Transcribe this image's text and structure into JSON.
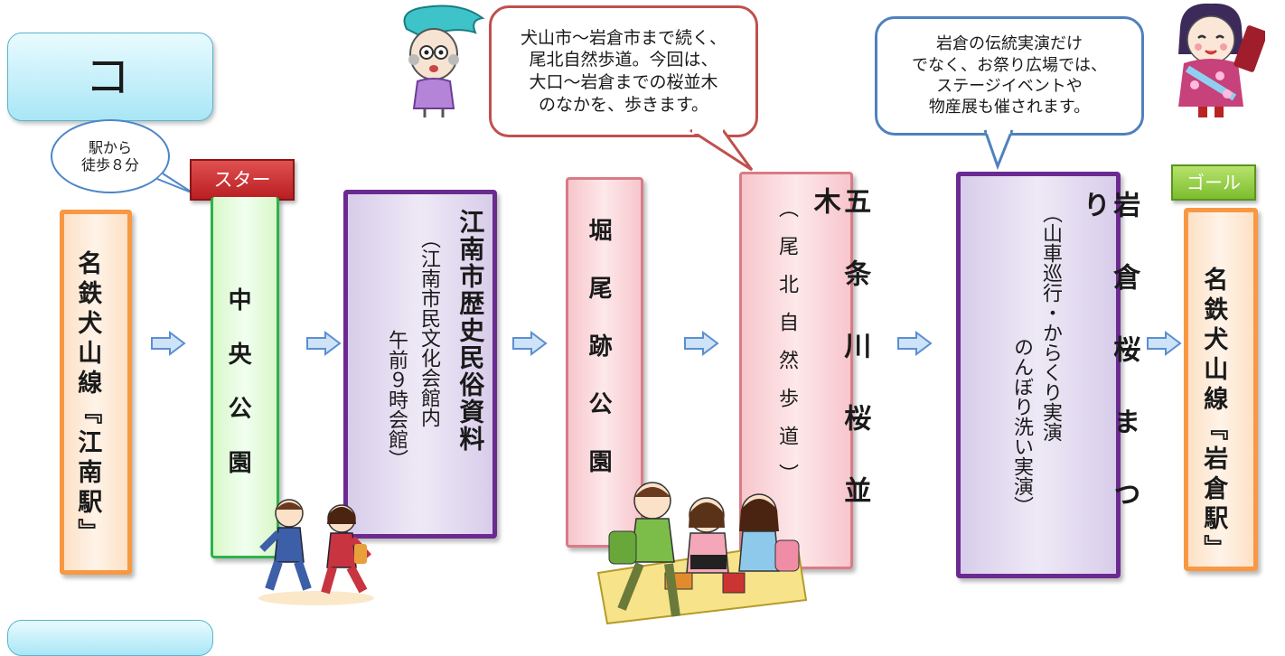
{
  "title": "コ　ー　ス",
  "station_note": [
    "駅から",
    "徒歩８分"
  ],
  "start_label": "スター",
  "goal_label": "ゴール",
  "stops": [
    {
      "main": "名鉄犬山線『江南駅』"
    },
    {
      "main": "中　央　公　園"
    },
    {
      "main": "江南市歴史民俗資料",
      "sub": "（江南市民文化会館内",
      "sub2": "午前９時会館）"
    },
    {
      "main": "堀　尾　跡　公　園"
    },
    {
      "main": "五　条　川　桜　並　木",
      "sub": "（尾北自然歩道）"
    },
    {
      "main": "岩　倉　桜　ま　つ　り",
      "sub": "（山車巡行・からくり実演",
      "sub2": "のんぼり洗い実演）"
    },
    {
      "main": "名鉄犬山線『岩倉駅』"
    }
  ],
  "bubble_a": [
    "犬山市～岩倉市まで続く、",
    "尾北自然歩道。今回は、",
    "大口～岩倉までの桜並木",
    "のなかを、歩きます。"
  ],
  "bubble_b": [
    "岩倉の伝統実演だけ",
    "でなく、お祭り広場では、",
    "ステージイベントや",
    "物産展も催されます。"
  ],
  "colors": {
    "orange_border": "#f89842",
    "green_border": "#2cb34a",
    "purple_border": "#6b2a90",
    "pink_border": "#d97b86",
    "start_red": "#c0272d",
    "goal_green": "#8cc63f",
    "arrow_fill": "#cfe3f8",
    "arrow_stroke": "#5b8fd0"
  },
  "icons": [
    "arrow-right-icon",
    "character-mascot-icon",
    "kids-walking-icon",
    "kids-picnic-icon",
    "doll-mascot-icon"
  ]
}
